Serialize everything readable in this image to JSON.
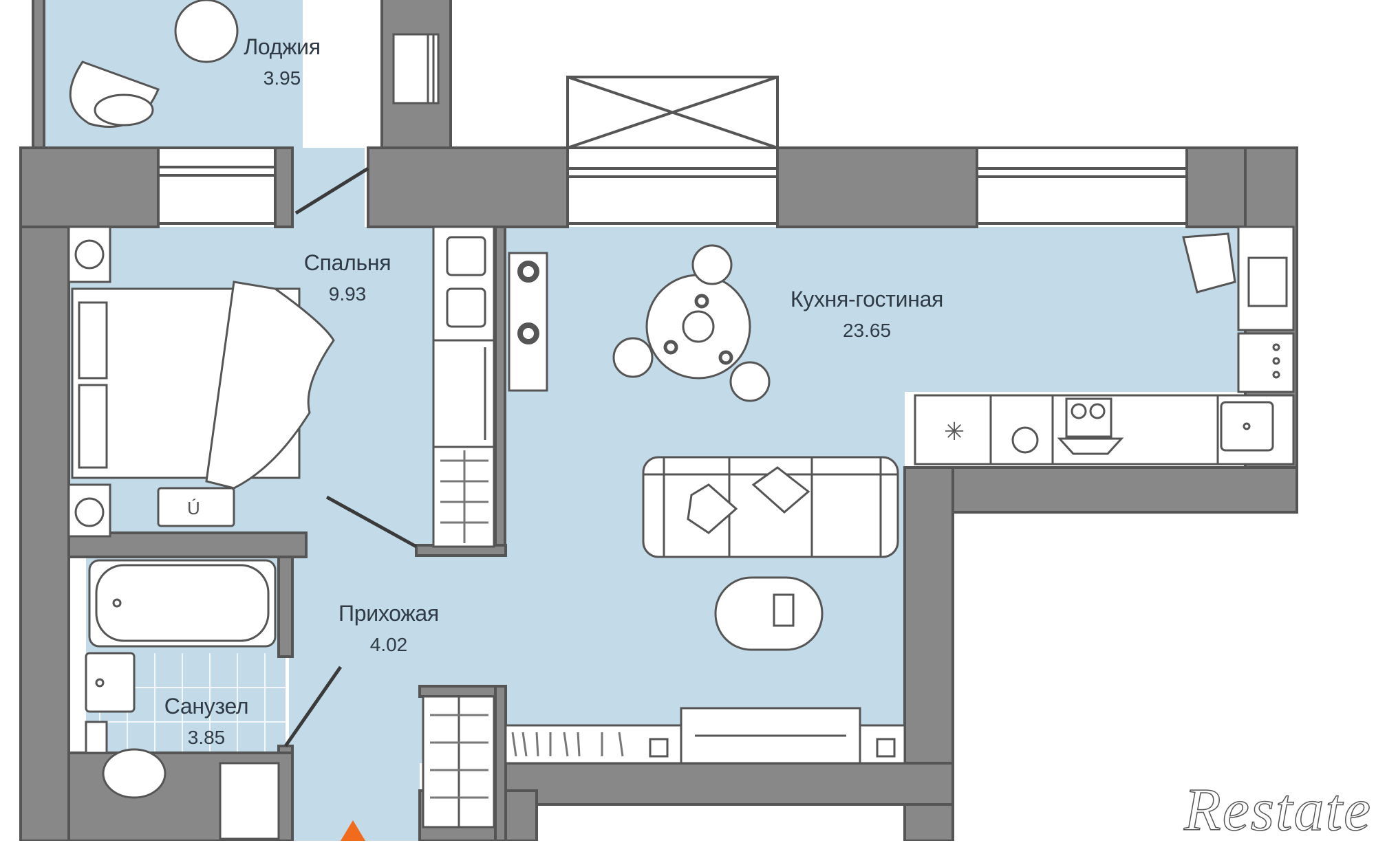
{
  "plan": {
    "colors": {
      "floor": "#c3dbe9",
      "wall": "#888888",
      "outline": "#555555",
      "furniture": "#ffffff",
      "entrance_marker": "#f26a1b"
    },
    "rooms": [
      {
        "id": "loggia",
        "name": "Лоджия",
        "area": "3.95"
      },
      {
        "id": "bedroom",
        "name": "Спальня",
        "area": "9.93"
      },
      {
        "id": "kitchen_living",
        "name": "Кухня-гостиная",
        "area": "23.65"
      },
      {
        "id": "hallway",
        "name": "Прихожая",
        "area": "4.02"
      },
      {
        "id": "bathroom",
        "name": "Санузел",
        "area": "3.85"
      }
    ],
    "icons": [
      "round-table-icon",
      "armchair-icon",
      "bed-icon",
      "nightstand-icon",
      "rug-icon",
      "washing-machine-icon",
      "wardrobe-icon",
      "dining-table-icon",
      "chair-icon",
      "desk-icon",
      "laptop-icon",
      "stove-icon",
      "fridge-icon",
      "sink-icon",
      "sofa-icon",
      "coffee-table-icon",
      "tv-stand-icon",
      "bookshelf-icon",
      "bathtub-icon",
      "washbasin-icon",
      "toilet-icon",
      "entrance-arrow-icon",
      "ventilation-shaft-icon",
      "window-icon",
      "door-icon"
    ]
  },
  "watermark": {
    "text": "Restate"
  }
}
